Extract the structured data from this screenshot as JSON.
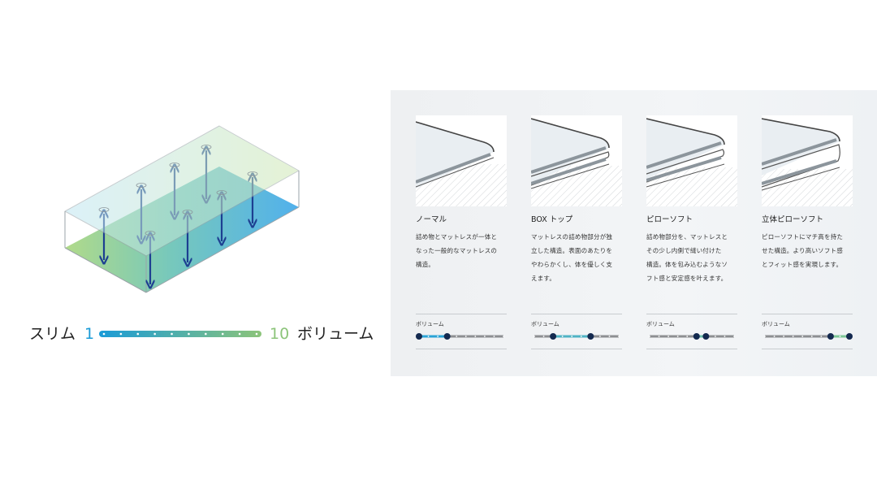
{
  "scale": {
    "left_label": "スリム",
    "left_value": "1",
    "right_value": "10",
    "right_label": "ボリューム",
    "left_color": "#1a9bd7",
    "right_color": "#8cc47a"
  },
  "types": [
    {
      "title": "ノーマル",
      "lines": [
        "詰め物とマットレスが一体と",
        "なった一般的なマットレスの",
        "構造。"
      ],
      "volume_label": "ボリューム",
      "volume_range": [
        1,
        4
      ]
    },
    {
      "title": "BOX トップ",
      "lines": [
        "マットレスの詰め物部分が独",
        "立した構造。表面のあたりを",
        "やわらかくし、体を優しく支",
        "えます。"
      ],
      "volume_label": "ボリューム",
      "volume_range": [
        3,
        7
      ]
    },
    {
      "title": "ピローソフト",
      "lines": [
        "詰め物部分を、マットレスと",
        "その少し内側で縫い付けた",
        "構造。体を包み込むようなソ",
        "フト感と安定感を叶えます。"
      ],
      "volume_label": "ボリューム",
      "volume_range": [
        6,
        7
      ]
    },
    {
      "title": "立体ピローソフト",
      "lines": [
        "ピローソフトにマチ高を持た",
        "せた構造。より高いソフト感",
        "とフィット感を実現します。"
      ],
      "volume_label": "ボリューム",
      "volume_range": [
        8,
        10
      ]
    }
  ]
}
